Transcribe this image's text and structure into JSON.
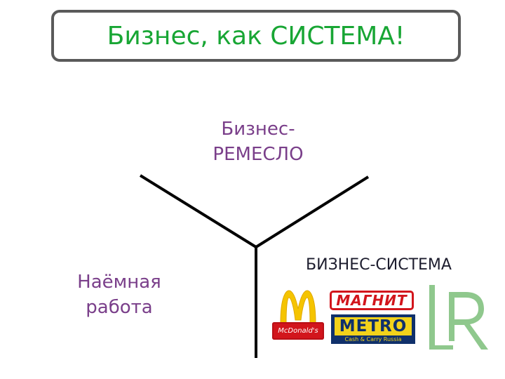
{
  "title": "Бизнес, как СИСТЕМА!",
  "nodes": {
    "top": [
      "Бизнес-",
      "РЕМЕСЛО"
    ],
    "left": [
      "Наёмная",
      "работа"
    ],
    "right": "БИЗНЕС-СИСТЕМА"
  },
  "logos": {
    "mcdonalds": "McDonald's",
    "magnit": "МАГНИТ",
    "metro": "METRO",
    "metro_sub": "Cash & Carry Russia",
    "lr": "LR"
  },
  "colors": {
    "title": "#18a634",
    "node_text": "#7a3f8a",
    "border": "#5a5a5a",
    "lines": "#000000"
  }
}
